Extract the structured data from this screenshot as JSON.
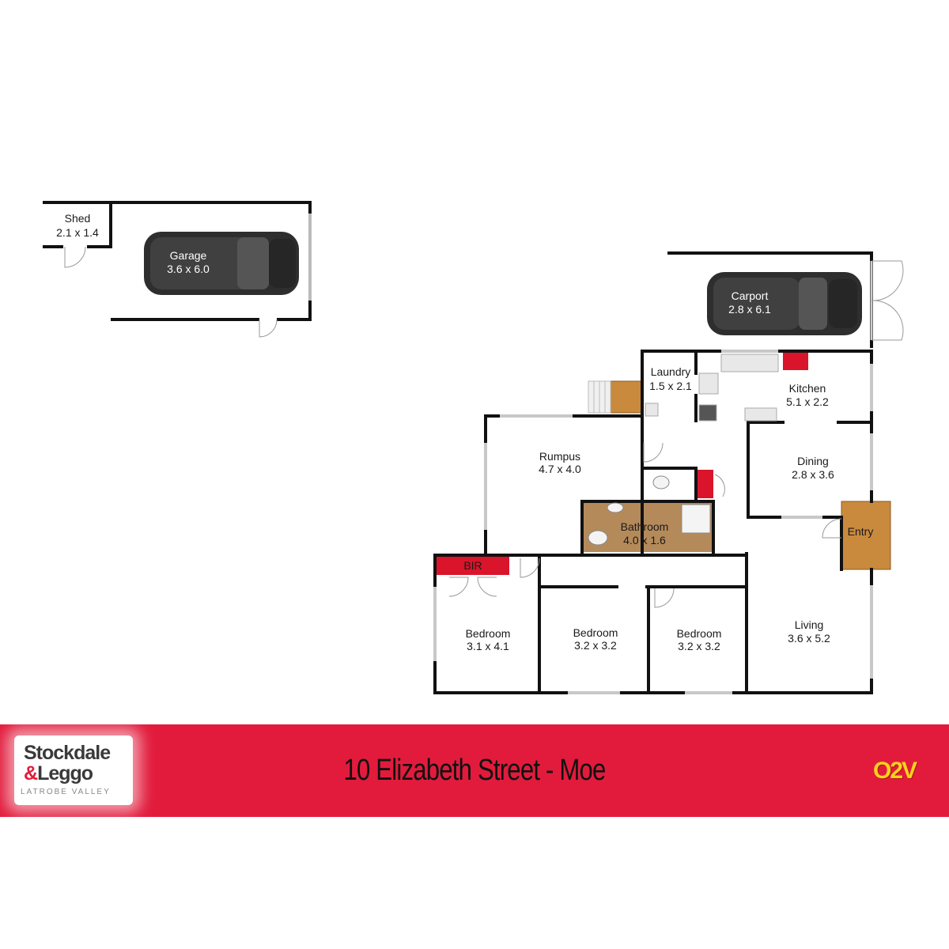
{
  "rooms": {
    "shed": {
      "name": "Shed",
      "size": "2.1 x 1.4"
    },
    "garage": {
      "name": "Garage",
      "size": "3.6 x 6.0"
    },
    "carport": {
      "name": "Carport",
      "size": "2.8 x 6.1"
    },
    "laundry": {
      "name": "Laundry",
      "size": "1.5 x 2.1"
    },
    "kitchen": {
      "name": "Kitchen",
      "size": "5.1 x 2.2"
    },
    "rumpus": {
      "name": "Rumpus",
      "size": "4.7 x 4.0"
    },
    "dining": {
      "name": "Dining",
      "size": "2.8 x 3.6"
    },
    "bathroom": {
      "name": "Bathroom",
      "size": "4.0 x 1.6"
    },
    "entry": {
      "name": "Entry"
    },
    "bir": {
      "name": "BIR"
    },
    "bedroom1": {
      "name": "Bedroom",
      "size": "3.1 x 4.1"
    },
    "bedroom2": {
      "name": "Bedroom",
      "size": "3.2 x 3.2"
    },
    "bedroom3": {
      "name": "Bedroom",
      "size": "3.2 x 3.2"
    },
    "living": {
      "name": "Living",
      "size": "3.6 x 5.2"
    }
  },
  "banner": {
    "address": "10 Elizabeth Street - Moe",
    "logo_line1": "Stockdale",
    "logo_amp": "&",
    "logo_line2": "Leggo",
    "logo_line3": "LATROBE VALLEY",
    "badge": "O2V"
  },
  "colors": {
    "banner": "#e21b3c",
    "wall": "#111111",
    "bathroom_floor": "#b58a5a",
    "deck": "#c98a3e",
    "cupboard": "#d9142b"
  }
}
